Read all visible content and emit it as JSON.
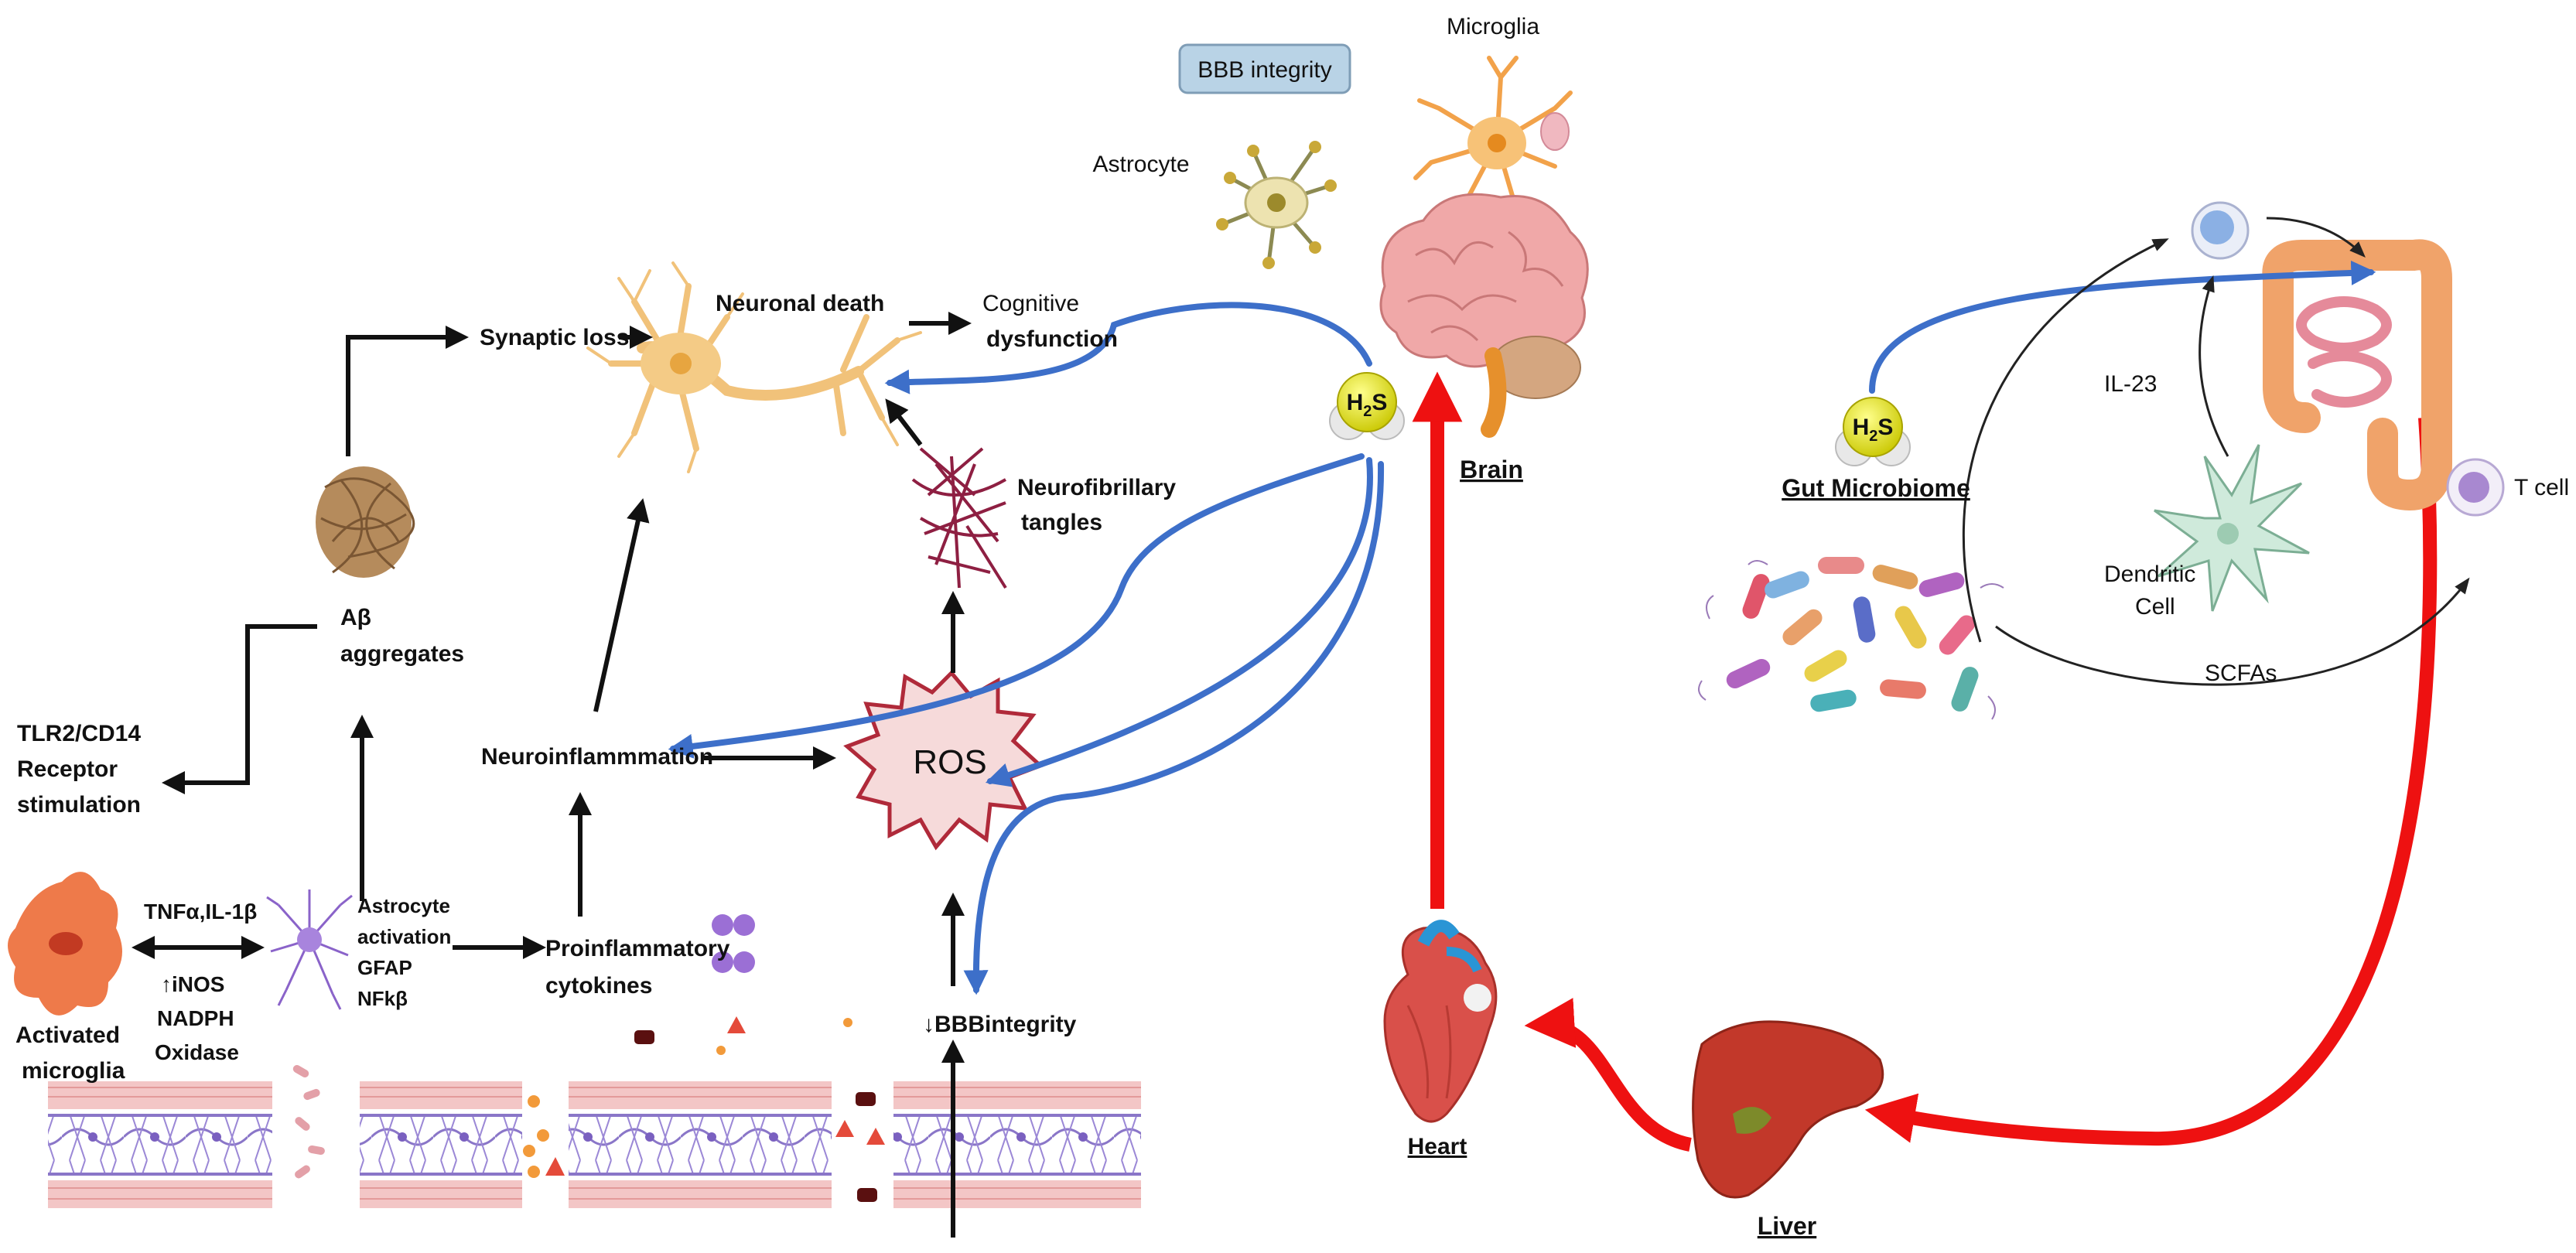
{
  "labels": {
    "bbb_integrity_box": "BBB integrity",
    "microglia": "Microglia",
    "astrocyte": "Astrocyte",
    "brain": "Brain",
    "h2s_main": "H",
    "h2s_sub": "2",
    "h2s_s": "S",
    "neuronal_death": "Neuronal death",
    "synaptic_loss": "Synaptic loss",
    "cognitive_1": "Cognitive",
    "cognitive_2": "dysfunction",
    "neurofibrillary_1": "Neurofibrillary",
    "neurofibrillary_2": "tangles",
    "abeta_1": "Aβ",
    "abeta_2": "aggregates",
    "neuroinflammation": "Neuroinflammmation",
    "ros": "ROS",
    "tlr_1": "TLR2/CD14",
    "tlr_2": "Receptor",
    "tlr_3": "stimulation",
    "tnf": "TNFα,IL-1β",
    "inos": "↑iNOS",
    "nadph": "NADPH",
    "oxidase": "Oxidase",
    "activated_1": "Activated",
    "activated_2": "microglia",
    "astro_act_1": "Astrocyte",
    "astro_act_2": "activation",
    "astro_act_3": "GFAP",
    "astro_act_4": "NFkβ",
    "proinflam_1": "Proinflammatory",
    "proinflam_2": "cytokines",
    "bbb_integrity_low": "↓BBBintegrity",
    "gut_microbiome": "Gut Microbiome",
    "il23": "IL-23",
    "dendritic_1": "Dendritic",
    "dendritic_2": "Cell",
    "tcell": "T cell",
    "scfas": "SCFAs",
    "heart": "Heart",
    "liver": "Liver"
  },
  "colors": {
    "blue_arrow": "#3d6fc9",
    "red_arrow": "#ee1111",
    "black_arrow": "#111111",
    "h2s_yellow": "#e8e81a",
    "ros_fill": "#f6dada",
    "ros_stroke": "#b02a3a",
    "bbb_box_fill": "#b9d3e6",
    "brain_pink": "#f0a8a8",
    "neuron_orange": "#f1c27a",
    "liver_red": "#c2382a",
    "heart_red": "#d9504a",
    "vessel_pink": "#f3c6c6",
    "vessel_purple": "#8a76c8"
  },
  "icons": [
    "brain-icon",
    "heart-icon",
    "liver-icon",
    "intestine-icon",
    "neuron-icon",
    "astrocyte-icon",
    "microglia-icon",
    "amyloid-aggregate-icon",
    "tangles-icon",
    "activated-microglia-icon",
    "dendritic-cell-icon",
    "t-cell-icon",
    "immune-cell-icon",
    "bacteria-icon",
    "blood-vessel-icon",
    "h2s-molecule-icon"
  ]
}
